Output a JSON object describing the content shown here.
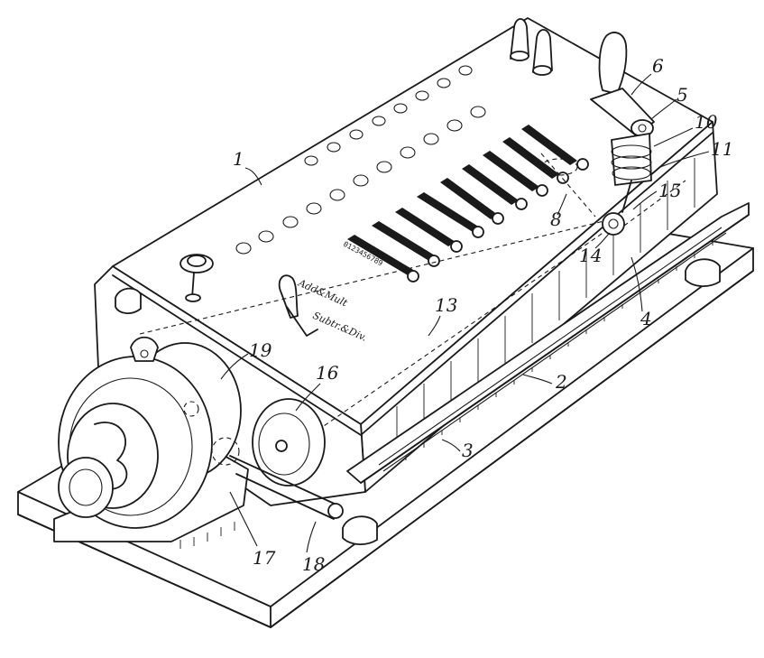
{
  "operation_labels": {
    "add_mult": "Add&Mult",
    "subtr_div": "Subtr.&Div."
  },
  "setting_scale": "0123456789",
  "reference_numerals": [
    "1",
    "2",
    "3",
    "4",
    "5",
    "6",
    "8",
    "10",
    "11",
    "13",
    "14",
    "15",
    "16",
    "17",
    "18",
    "19"
  ]
}
